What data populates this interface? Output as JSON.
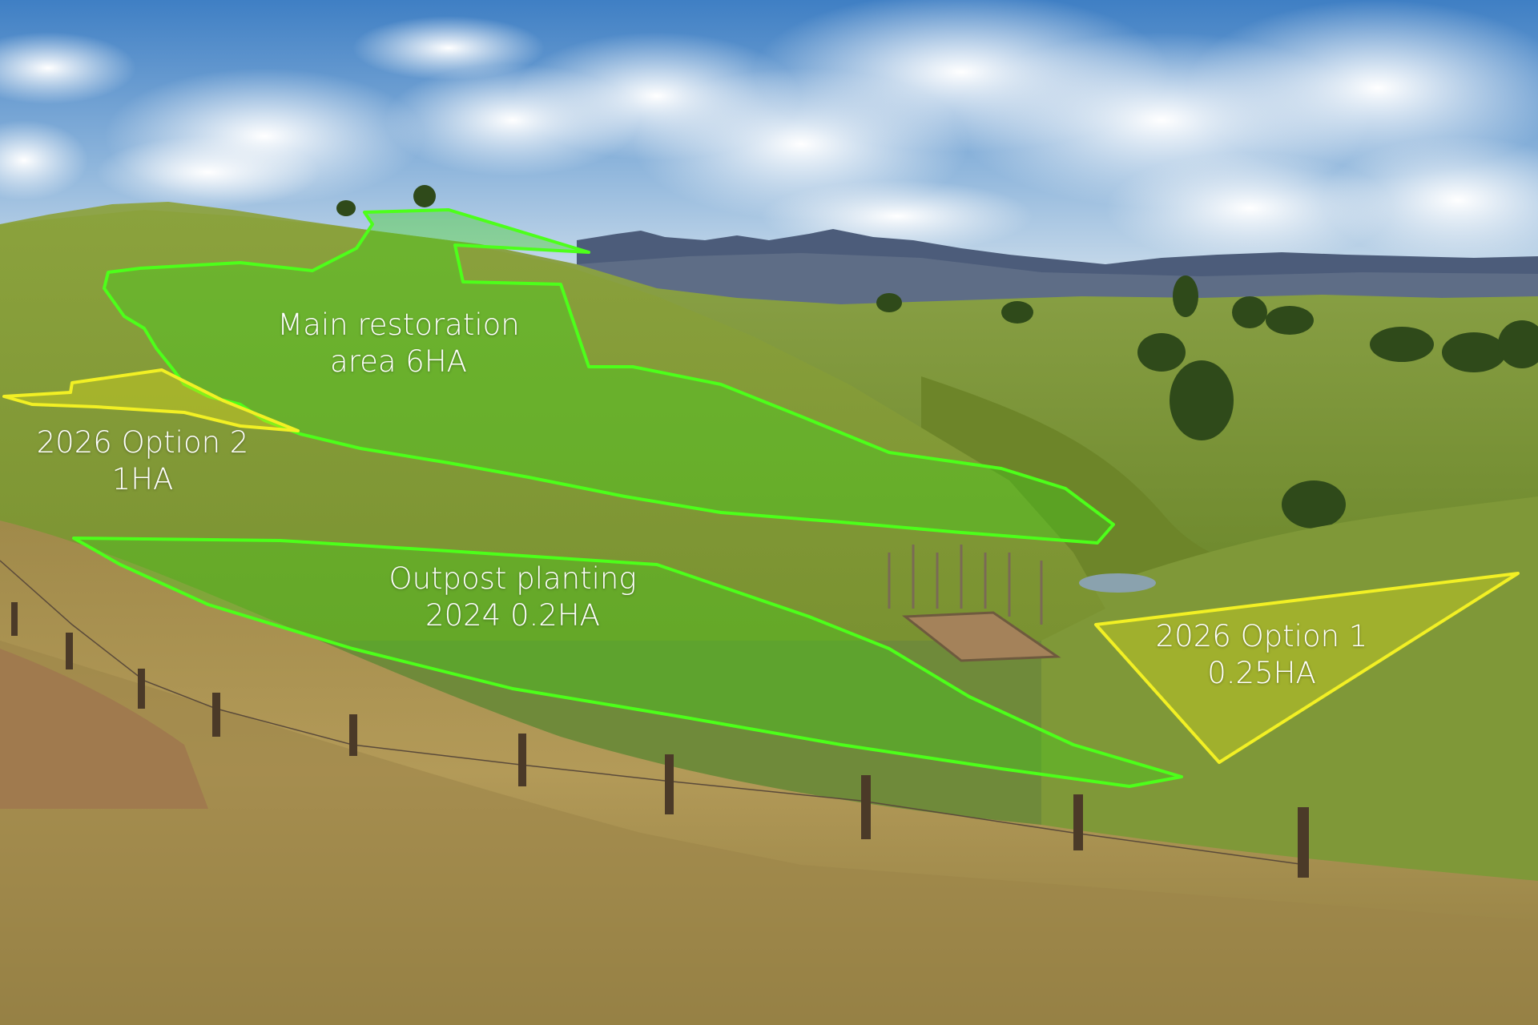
{
  "labels": {
    "main_restoration": [
      "Main restoration",
      "area 6HA"
    ],
    "option_2": [
      "2026 Option 2",
      "1HA"
    ],
    "outpost": [
      "Outpost planting",
      "2024 0.2HA"
    ],
    "option_1": [
      "2026 Option 1",
      "0.25HA"
    ]
  },
  "colors": {
    "sky_top": "#3f7fc4",
    "sky_bottom": "#c8dcea",
    "grass": "#8aa343",
    "grass_dark": "#5d7a28",
    "dry_grass": "#b79d5b",
    "mountains": "#4a5a78",
    "bright_green_outline": "#4dff1a",
    "bright_green_fill": "#3fd11a",
    "yellow_outline": "#f2f024",
    "yellow_fill": "#d8d81c",
    "fence_post": "#4b3a28",
    "label_text": "#ffffff"
  }
}
